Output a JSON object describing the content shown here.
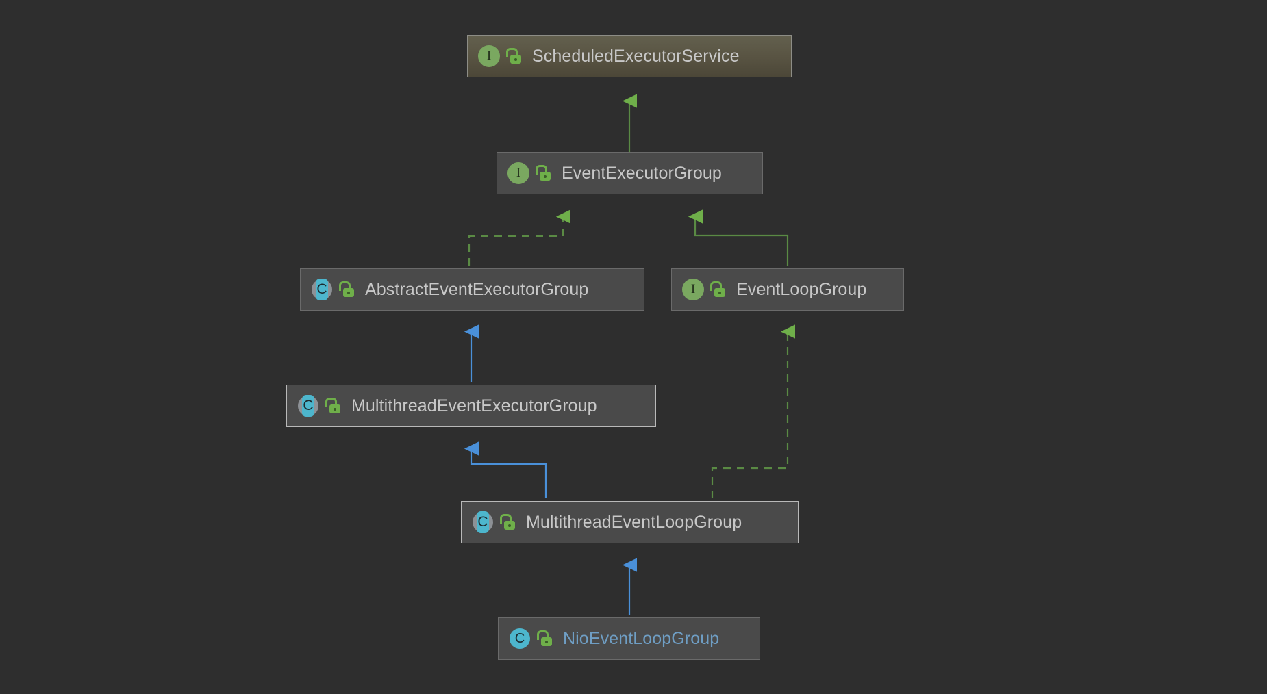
{
  "diagram": {
    "title": "Class Hierarchy Diagram",
    "background_color": "#2e2e2e",
    "edge_colors": {
      "implements": "#5a8a44",
      "extends": "#4a90d9",
      "realizes": "#5a8a44"
    },
    "nodes": [
      {
        "id": "scheduled-executor-service",
        "label": "ScheduledExecutorService",
        "kind": "interface",
        "kind_icon": "interface-icon",
        "visibility": "public",
        "visibility_icon": "unlocked-padlock-icon",
        "selected_root": true,
        "label_color": "#c8c8c8"
      },
      {
        "id": "event-executor-group",
        "label": "EventExecutorGroup",
        "kind": "interface",
        "kind_icon": "interface-icon",
        "visibility": "public",
        "visibility_icon": "unlocked-padlock-icon",
        "selected_root": false,
        "label_color": "#c8c8c8"
      },
      {
        "id": "abstract-event-executor-group",
        "label": "AbstractEventExecutorGroup",
        "kind": "abstract-class",
        "kind_icon": "abstract-class-icon",
        "visibility": "public",
        "visibility_icon": "unlocked-padlock-icon",
        "selected_root": false,
        "label_color": "#c8c8c8"
      },
      {
        "id": "event-loop-group",
        "label": "EventLoopGroup",
        "kind": "interface",
        "kind_icon": "interface-icon",
        "visibility": "public",
        "visibility_icon": "unlocked-padlock-icon",
        "selected_root": false,
        "label_color": "#c8c8c8"
      },
      {
        "id": "multithread-event-executor-group",
        "label": "MultithreadEventExecutorGroup",
        "kind": "abstract-class",
        "kind_icon": "abstract-class-icon",
        "visibility": "public",
        "visibility_icon": "unlocked-padlock-icon",
        "selected_root": false,
        "label_color": "#c8c8c8"
      },
      {
        "id": "multithread-event-loop-group",
        "label": "MultithreadEventLoopGroup",
        "kind": "abstract-class",
        "kind_icon": "abstract-class-icon",
        "visibility": "public",
        "visibility_icon": "unlocked-padlock-icon",
        "selected_root": false,
        "label_color": "#c8c8c8"
      },
      {
        "id": "nio-event-loop-group",
        "label": "NioEventLoopGroup",
        "kind": "class",
        "kind_icon": "class-icon",
        "visibility": "public",
        "visibility_icon": "unlocked-padlock-icon",
        "selected_root": false,
        "label_color": "#6f9ec4"
      }
    ],
    "edges": [
      {
        "from": "event-executor-group",
        "to": "scheduled-executor-service",
        "style": "solid",
        "color": "#5a8a44",
        "relation": "extends-interface"
      },
      {
        "from": "abstract-event-executor-group",
        "to": "event-executor-group",
        "style": "dashed",
        "color": "#5a8a44",
        "relation": "implements"
      },
      {
        "from": "event-loop-group",
        "to": "event-executor-group",
        "style": "solid",
        "color": "#5a8a44",
        "relation": "extends-interface"
      },
      {
        "from": "multithread-event-executor-group",
        "to": "abstract-event-executor-group",
        "style": "solid",
        "color": "#4a90d9",
        "relation": "extends"
      },
      {
        "from": "multithread-event-loop-group",
        "to": "multithread-event-executor-group",
        "style": "solid",
        "color": "#4a90d9",
        "relation": "extends"
      },
      {
        "from": "multithread-event-loop-group",
        "to": "event-loop-group",
        "style": "dashed",
        "color": "#5a8a44",
        "relation": "implements"
      },
      {
        "from": "nio-event-loop-group",
        "to": "multithread-event-loop-group",
        "style": "solid",
        "color": "#4a90d9",
        "relation": "extends"
      }
    ]
  }
}
